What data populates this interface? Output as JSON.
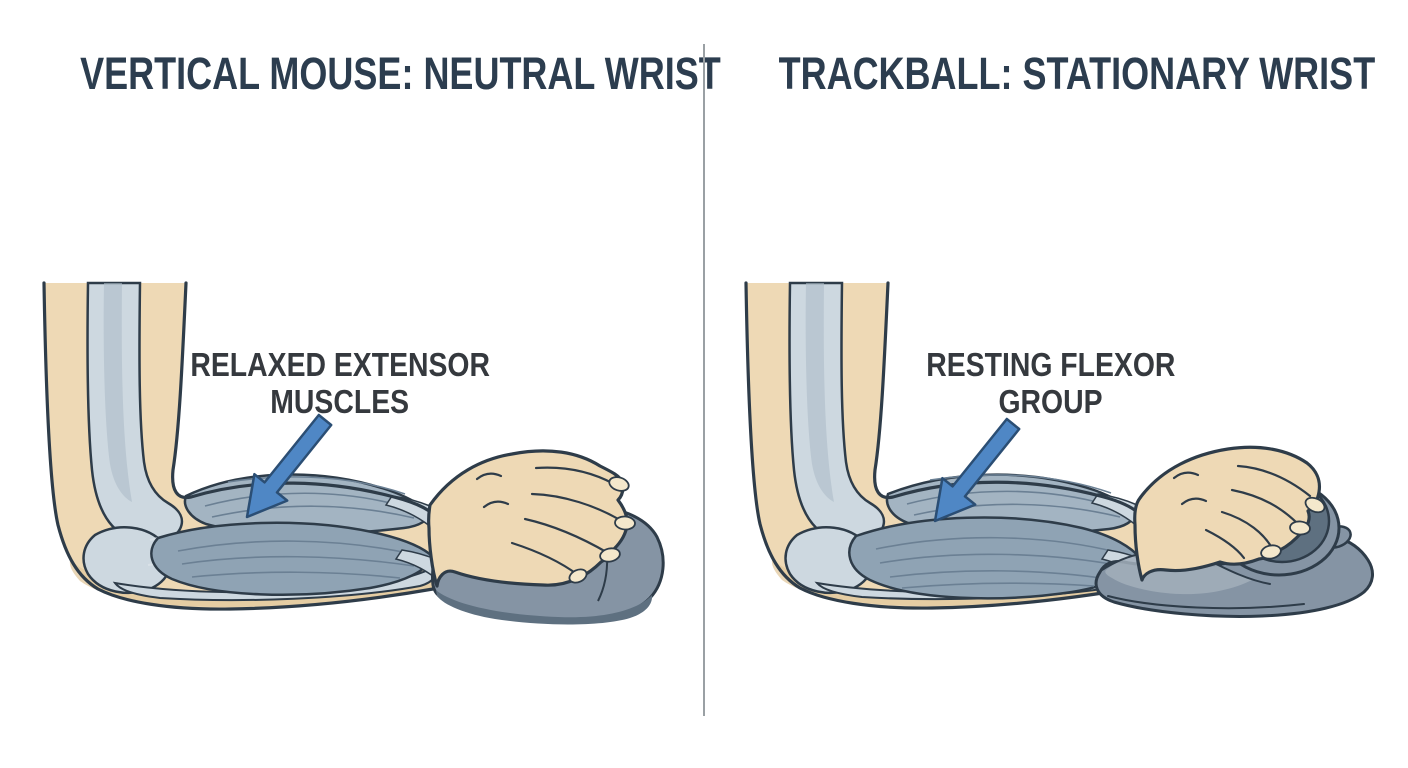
{
  "figure": {
    "type": "ergonomics-comparison-illustration",
    "background": "#ffffff",
    "divider_color": "#9aa0a4"
  },
  "panels": {
    "left": {
      "title": "VERTICAL MOUSE: NEUTRAL WRIST",
      "label_line1": "RELAXED EXTENSOR",
      "label_line2": "MUSCLES",
      "device": "vertical mouse"
    },
    "right": {
      "title": "TRACKBALL: STATIONARY WRIST",
      "label_line1": "RESTING FLEXOR",
      "label_line2": "GROUP",
      "device": "trackball"
    }
  },
  "colors": {
    "title": "#2c3d4f",
    "label": "#35393e",
    "arrow_fill": "#4f87c5",
    "arrow_stroke": "#2b4e74",
    "skin": "#eed9b5",
    "skin_shade": "#e2c89e",
    "outline": "#2e3c49",
    "bone": "#cdd8e0",
    "bone_shade": "#aebcc8",
    "muscle": "#8fa3b4",
    "muscle_light": "#a3b4c2",
    "muscle_dark": "#6b8094",
    "device_gray": "#8594a4",
    "device_light": "#a2afbb",
    "device_dark": "#5e7080",
    "nail": "#f4e8cc",
    "divider": "#9aa0a4",
    "background": "#ffffff"
  }
}
